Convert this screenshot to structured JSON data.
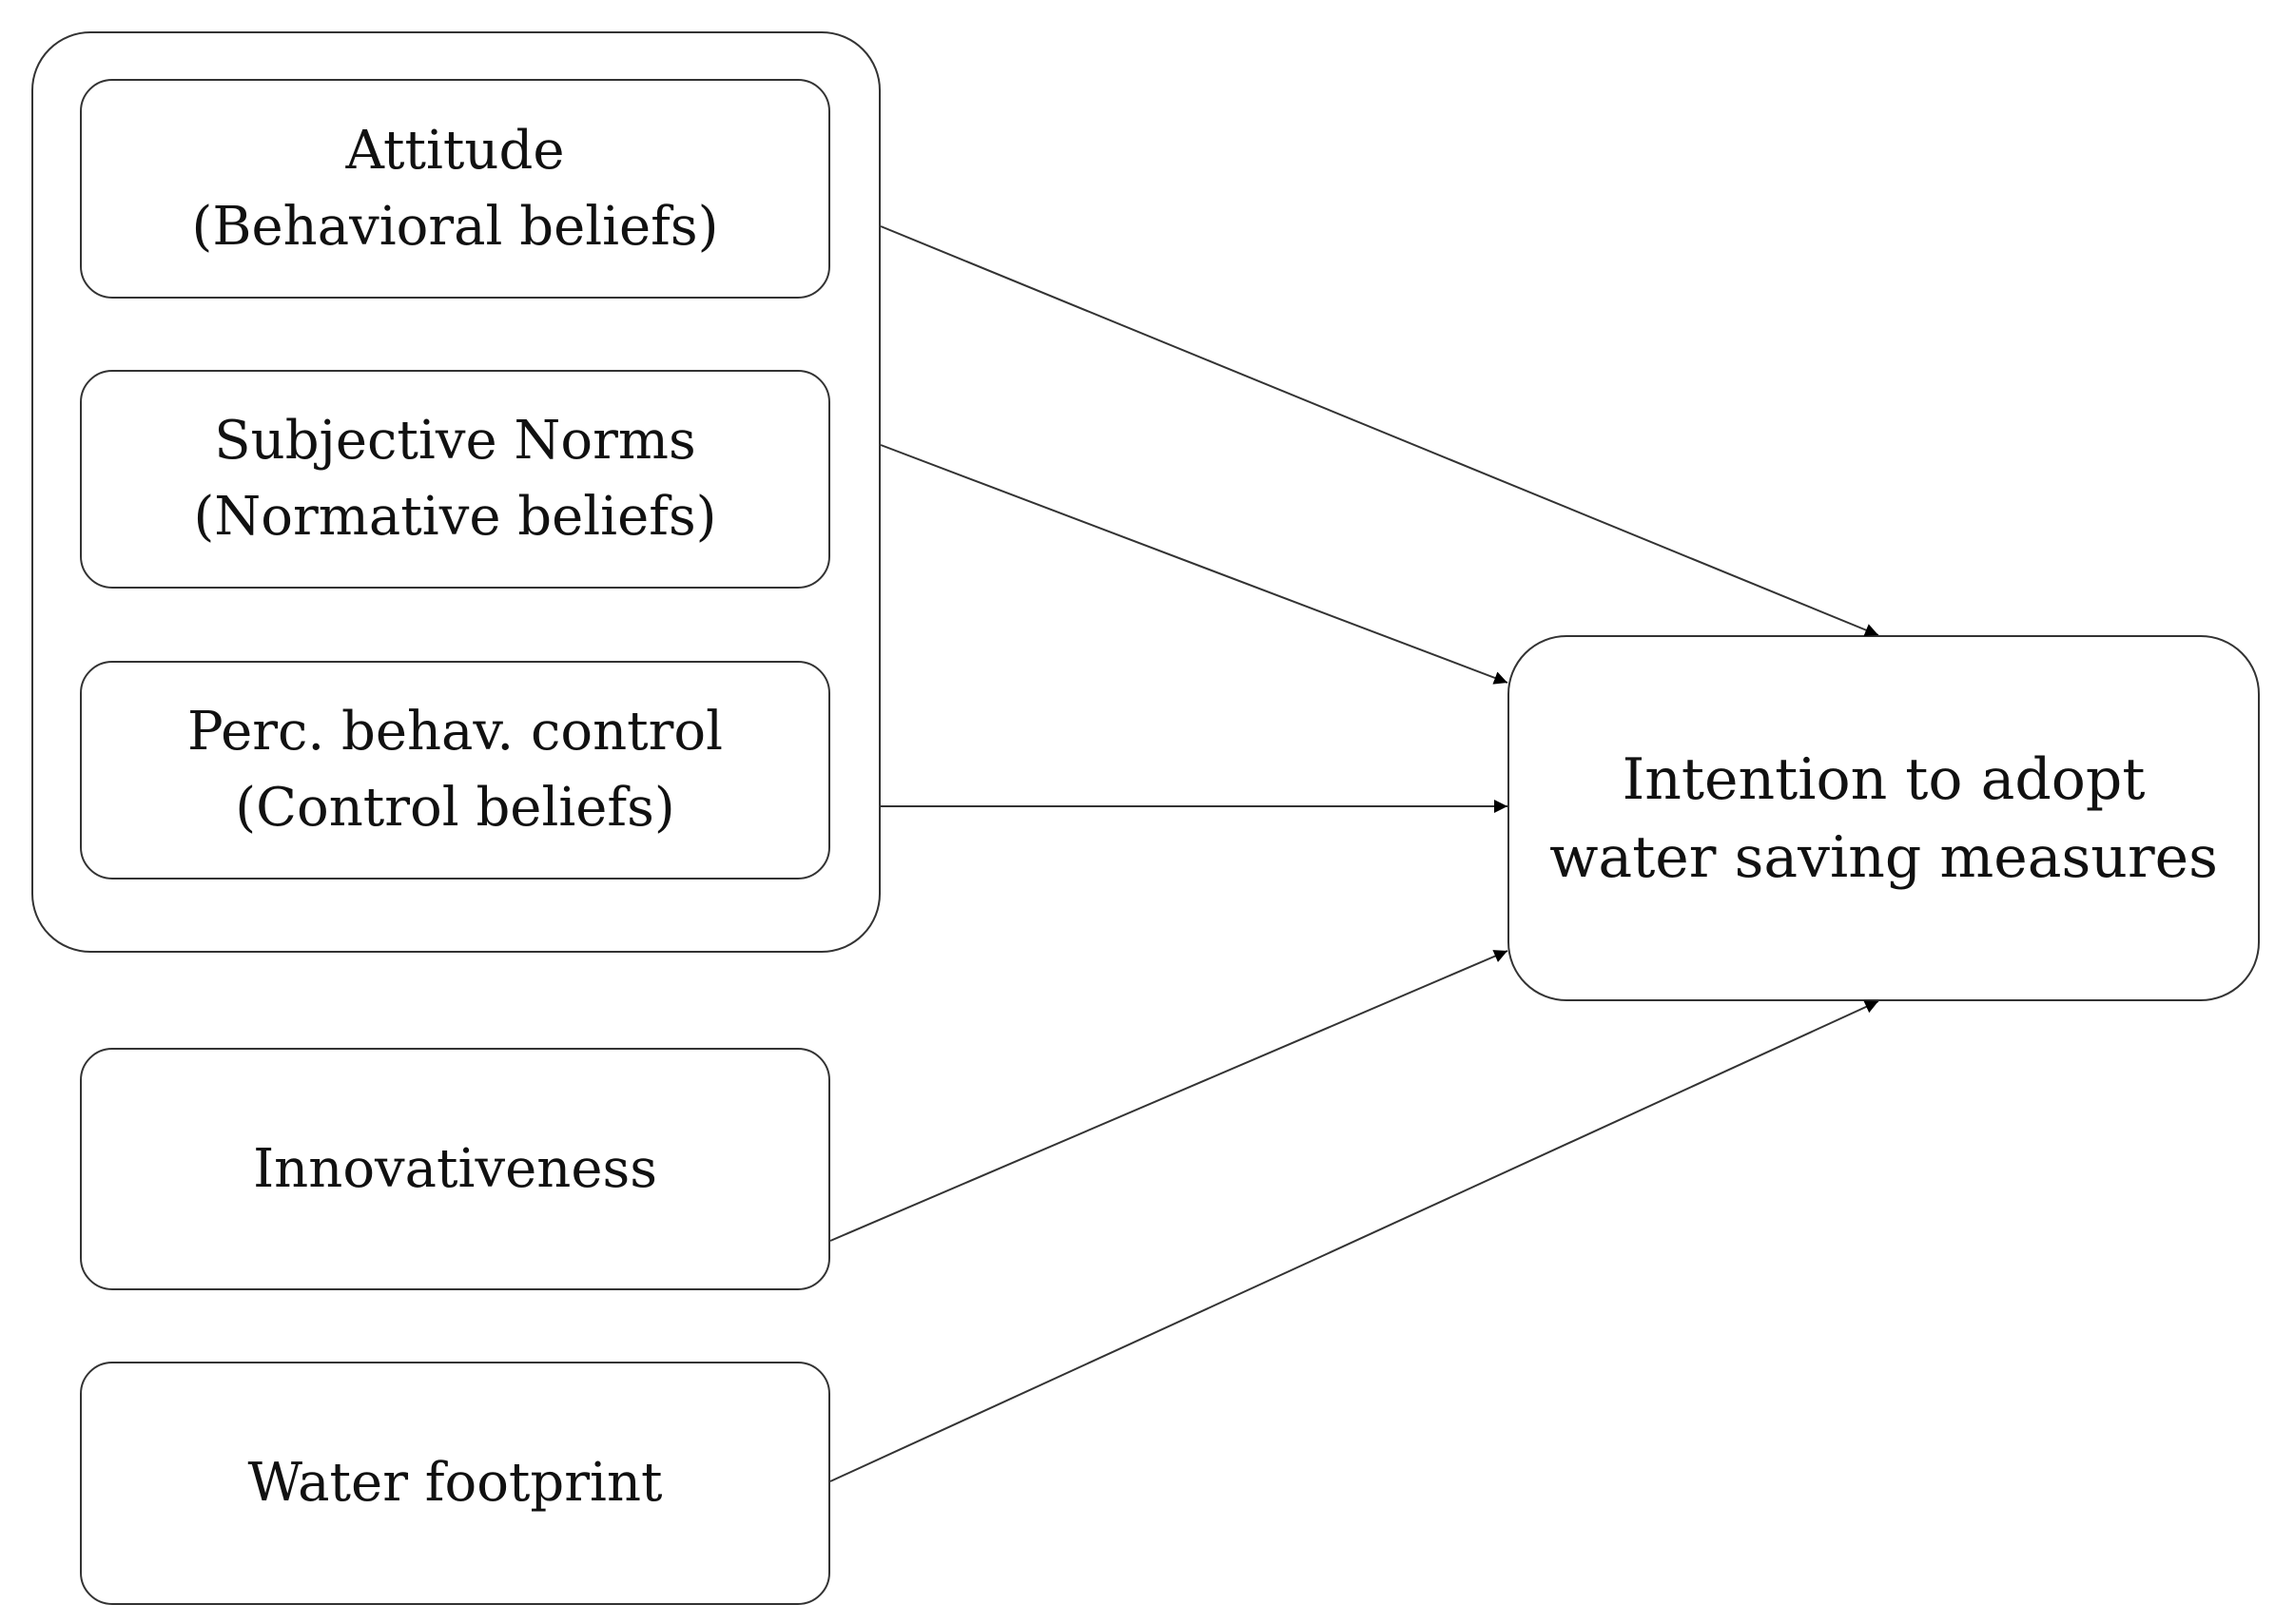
{
  "nodes": {
    "attitude": {
      "line1": "Attitude",
      "line2": "(Behavioral beliefs)"
    },
    "subjective_norms": {
      "line1": "Subjective Norms",
      "line2": "(Normative beliefs)"
    },
    "perceived_control": {
      "line1": "Perc. behav. control",
      "line2": "(Control beliefs)"
    },
    "innovativeness": {
      "line1": "Innovativeness"
    },
    "water_footprint": {
      "line1": "Water footprint"
    },
    "intention": {
      "line1": "Intention to adopt",
      "line2": "water saving measures"
    }
  },
  "edges": [
    {
      "from": "attitude",
      "to": "intention"
    },
    {
      "from": "subjective_norms",
      "to": "intention"
    },
    {
      "from": "perceived_control",
      "to": "intention"
    },
    {
      "from": "innovativeness",
      "to": "intention"
    },
    {
      "from": "water_footprint",
      "to": "intention"
    }
  ],
  "colors": {
    "stroke": "#333333",
    "text": "#111111",
    "background": "#ffffff"
  }
}
